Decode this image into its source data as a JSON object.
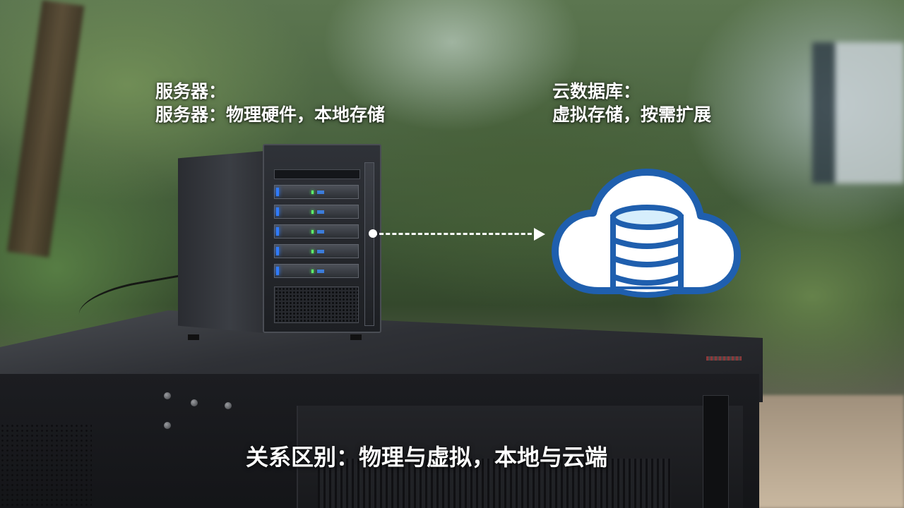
{
  "labels": {
    "server_title": "服务器：",
    "server_desc": "服务器：物理硬件，本地存储",
    "cloud_title": "云数据库：",
    "cloud_desc": "虚拟存储，按需扩展",
    "relation": "关系区别：物理与虚拟，本地与云端"
  },
  "icons": {
    "server": "server-tower-icon",
    "arrow": "dashed-arrow-icon",
    "cloud": "cloud-database-icon"
  },
  "colors": {
    "cloud_fill": "#ffffff",
    "cloud_stroke": "#1f5fae",
    "database_fill": "#ffffff",
    "database_top": "#d6eefc",
    "drive_led": "#2f7bff",
    "label_text": "#ffffff"
  }
}
